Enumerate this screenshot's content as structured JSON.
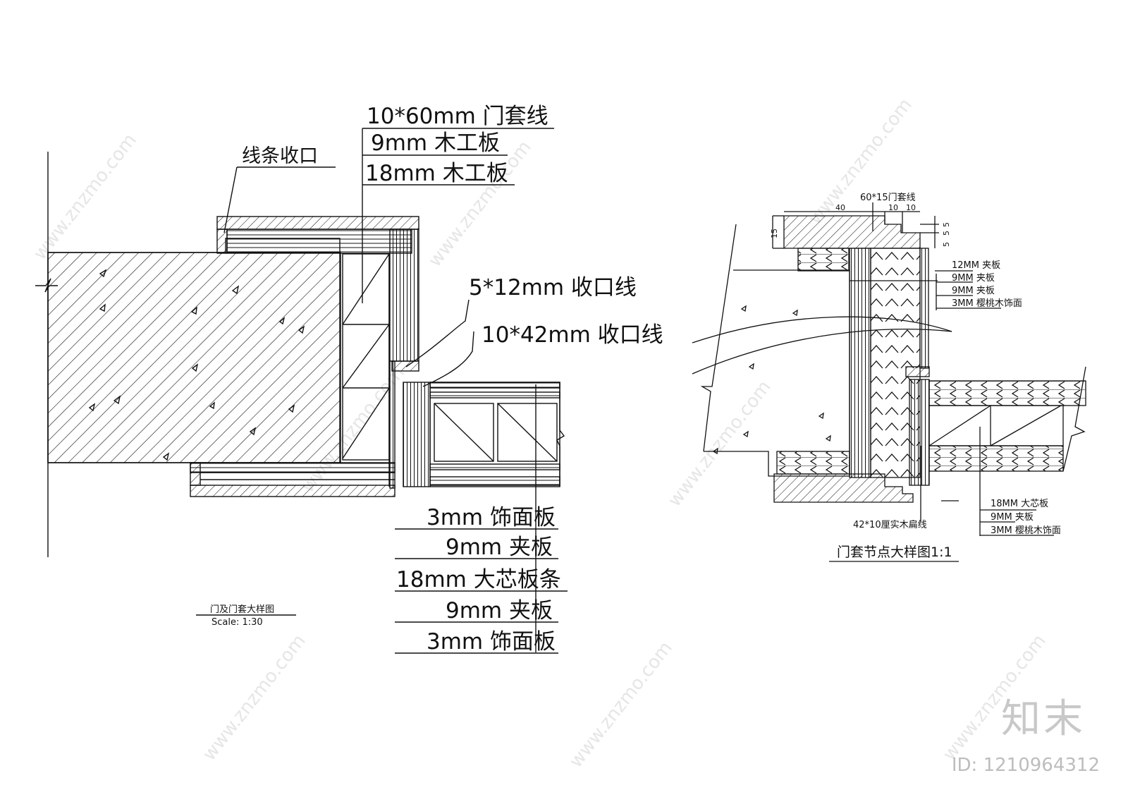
{
  "left_detail": {
    "labels": {
      "casing_line": "10*60mm 门套线",
      "board_9": "9mm 木工板",
      "board_18": "18mm 木工板",
      "edge_finish": "线条收口",
      "trim_5x12": "5*12mm 收口线",
      "trim_10x42": "10*42mm 收口线"
    },
    "layers": [
      "3mm 饰面板",
      "9mm 夹板",
      "18mm 大芯板条",
      "9mm 夹板",
      "3mm 饰面板"
    ],
    "title": "门及门套大样图",
    "scale": "Scale:  1:30"
  },
  "right_detail": {
    "casing": "60*15门套线",
    "dims": {
      "d40": "40",
      "d10a": "10",
      "d10b": "10",
      "d15": "15",
      "d5a": "5",
      "d5b": "5",
      "d5c": "5"
    },
    "frame_layers": [
      "12MM 夹板",
      "9MM 夹板",
      "9MM 夹板",
      "3MM 樱桃木饰面"
    ],
    "door_layers": [
      "18MM 大芯板",
      "9MM 夹板",
      "3MM 樱桃木饰面"
    ],
    "solid_wood": "42*10厘实木扁线",
    "title": "门套节点大样图1:1"
  },
  "watermark": {
    "site": "www.znzmo.com",
    "brand": "知末",
    "id": "ID: 1210964312"
  }
}
